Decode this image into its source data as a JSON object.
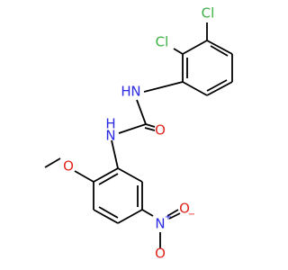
{
  "atoms": {
    "cl1": {
      "text": "Cl",
      "color": "#3cb043"
    },
    "cl2": {
      "text": "Cl",
      "color": "#3cb043"
    },
    "n_upper": {
      "text": "N",
      "color": "#2a2ae0"
    },
    "h_upper": {
      "text": "H",
      "color": "#2a2ae0"
    },
    "n_lower": {
      "text": "N",
      "color": "#2a2ae0"
    },
    "h_lower": {
      "text": "H",
      "color": "#2a2ae0"
    },
    "o_carbonyl": {
      "text": "O",
      "color": "#e0261d"
    },
    "o_methoxy": {
      "text": "O",
      "color": "#e0261d"
    },
    "n_nitro": {
      "text": "N",
      "color": "#2a2ae0"
    },
    "n_nitro_charge": {
      "text": "+",
      "color": "#2a2ae0"
    },
    "o_nitro_top": {
      "text": "O",
      "color": "#e0261d"
    },
    "o_nitro_charge": {
      "text": "−",
      "color": "#e0261d"
    },
    "o_nitro_bottom": {
      "text": "O",
      "color": "#e0261d"
    }
  }
}
